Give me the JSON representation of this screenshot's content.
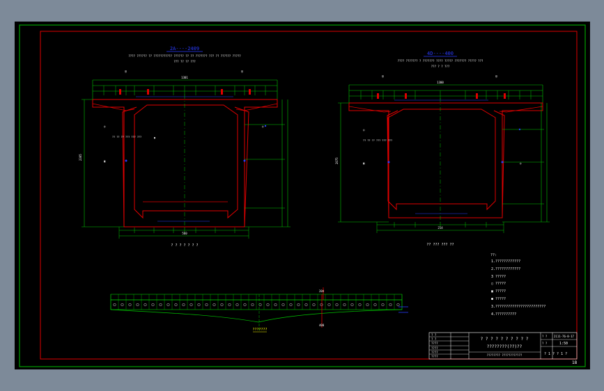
{
  "left_section": {
    "title": "2A----2409",
    "notes_line": "???? ?????? ?? ??????????? ?????? ?? ?? ??????? ??? ?? ?????? ?????",
    "notes_line_2": "??? ?? ?? ???",
    "top_width": "1301",
    "bottom_width": "560",
    "height": "2305",
    "caption": "? ? ? ? ? ? ?"
  },
  "right_section": {
    "title": "4D----400",
    "notes_line": "???? ??????? ? ??????? ???? ????? ??????? ????? ???",
    "notes_line_2": "??? ? ? ???",
    "top_width": "1300",
    "bottom_width": "214",
    "height": "2075",
    "caption": "?? ??? ??? ??"
  },
  "longitudinal": {
    "label_left": "200",
    "label_right": "400",
    "caption": "???????"
  },
  "notes": {
    "header": "??:",
    "items": [
      "1.????????????",
      "2.????????????",
      "3 ?????",
      "○ ?????",
      "▣ ?????",
      "● ?????",
      "3.????????????????????????",
      "4.??????????"
    ]
  },
  "title_block": {
    "project": "? ? ? ? ? ? ? ? ? ?",
    "drawing_name": "????????(??)??",
    "subtitle": "???????? ????????????",
    "drawing_no": "2111-76-8-17",
    "scale": "1:50",
    "sheet": "? 1 ? ? 1 ?",
    "left_cells": [
      "? ?",
      "? ?",
      "????",
      "????",
      "????",
      "????"
    ],
    "sheet_number": "18"
  },
  "colors": {
    "background": "#000000",
    "frame_outer": "#00a000",
    "frame_inner": "#e00000",
    "section_outline": "#e00000",
    "dimension": "#00c800",
    "text": "#ffffff",
    "highlight": "#2a3cff"
  }
}
